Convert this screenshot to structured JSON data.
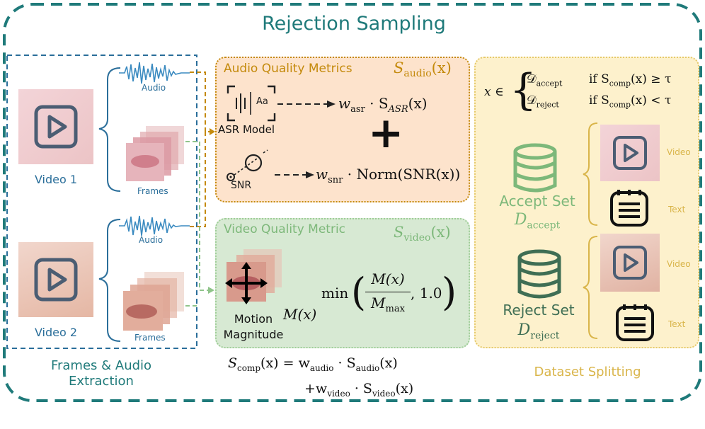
{
  "title": "Rejection Sampling",
  "left": {
    "label_line1": "Frames & Audio",
    "label_line2": "Extraction",
    "video1_label": "Video 1",
    "video2_label": "Video 2",
    "audio1_label": "Audio",
    "audio2_label": "Audio",
    "frames1_label": "Frames",
    "frames2_label": "Frames"
  },
  "audio_panel": {
    "title": "Audio Quality Metrics",
    "score_symbol": "S",
    "score_sub": "audio",
    "score_arg": "(x)",
    "asr_icon_text": "Aa",
    "asr_label": "ASR Model",
    "asr_weight": "w",
    "asr_weight_sub": "asr",
    "asr_term": "· S",
    "asr_term_sub": "ASR",
    "asr_term_arg": "(x)",
    "snr_icon_text": "SNR",
    "snr_weight": "w",
    "snr_weight_sub": "snr",
    "snr_term": "· Norm(SNR(x))",
    "plus": "+"
  },
  "video_panel": {
    "title": "Video Quality Metric",
    "score_symbol": "S",
    "score_sub": "video",
    "score_arg": "(x)",
    "motion_label_1": "Motion",
    "motion_label_2": "Magnitude",
    "motion_fn": "M(x)",
    "min_text": "min",
    "numerator": "M(x)",
    "denominator": "M",
    "denominator_sub": "max",
    "cap": ", 1.0"
  },
  "composite": {
    "line1_lhs": "S",
    "line1_lhs_sub": "comp",
    "line1_lhs_arg": "(x) = w",
    "line1_w_sub": "audio",
    "line1_rest": " · S",
    "line1_s_sub": "audio",
    "line1_end": "(x)",
    "line2_start": "+w",
    "line2_w_sub": "video",
    "line2_rest": " · S",
    "line2_s_sub": "video",
    "line2_end": "(x)"
  },
  "split_panel": {
    "footer": "Dataset Splitting",
    "rule_x": "x ∈",
    "accept_set_sym": "𝒟",
    "accept_sub": "accept",
    "accept_cond": "if S",
    "accept_cond_sub": "comp",
    "accept_cond_end": "(x) ≥ τ",
    "reject_set_sym": "𝒟",
    "reject_sub": "reject",
    "reject_cond": "if S",
    "reject_cond_sub": "comp",
    "reject_cond_end": "(x) < τ",
    "accept_label": "Accept Set",
    "accept_D": "D",
    "accept_D_sub": "accept",
    "reject_label": "Reject Set",
    "reject_D": "D",
    "reject_D_sub": "reject",
    "video_tag_1": "Video",
    "text_tag_1": "Text",
    "video_tag_2": "Video",
    "text_tag_2": "Text"
  },
  "colors": {
    "outer_border": "#1f7a7a",
    "left_border": "#2a6e9a",
    "audio_bg": "#fde3cc",
    "audio_border": "#c48a0c",
    "video_bg": "#d7e9d3",
    "video_border": "#9fce98",
    "split_bg": "#fdf1cc",
    "split_border": "#e5c96a"
  },
  "icons": [
    "video-play-icon",
    "audio-waveform-icon",
    "frames-stack-icon",
    "asr-icon",
    "snr-icon",
    "motion-arrows-icon",
    "database-icon",
    "document-icon"
  ]
}
